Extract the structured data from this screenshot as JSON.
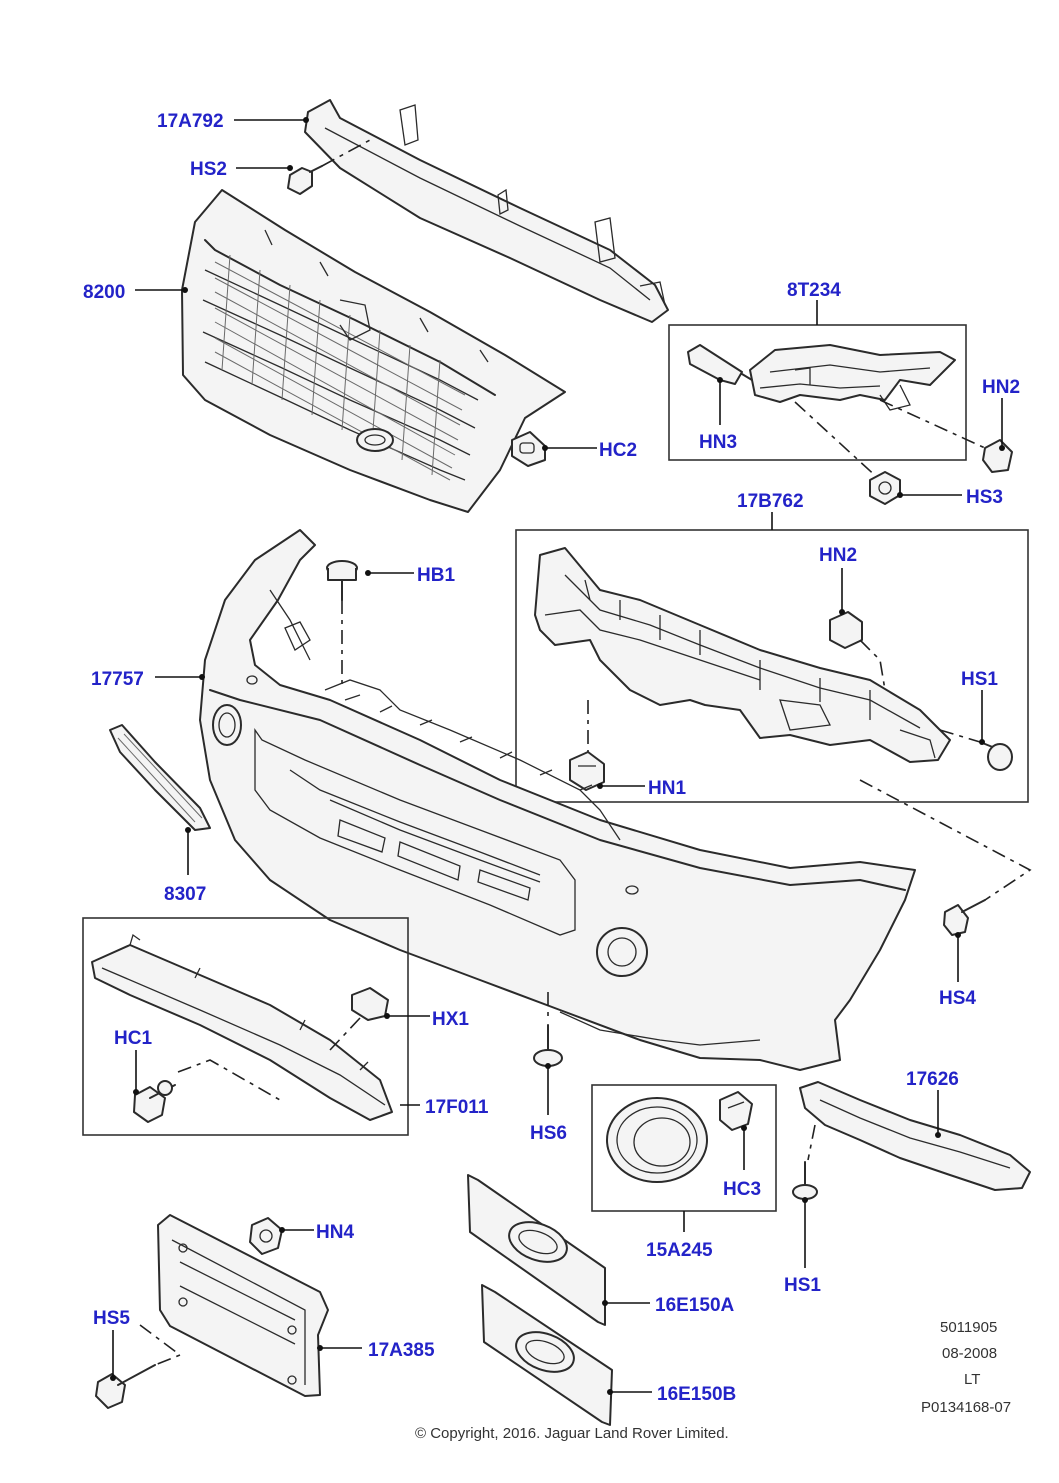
{
  "labels": {
    "l17A792": "17A792",
    "lHS2": "HS2",
    "l8200": "8200",
    "l8T234": "8T234",
    "lHN2a": "HN2",
    "lHN3": "HN3",
    "lHC2": "HC2",
    "lHS3": "HS3",
    "l17B762": "17B762",
    "lHB1": "HB1",
    "lHN2b": "HN2",
    "l17757": "17757",
    "lHS1a": "HS1",
    "lHN1": "HN1",
    "l8307": "8307",
    "lHS4": "HS4",
    "lHX1": "HX1",
    "lHC1": "HC1",
    "l17F011": "17F011",
    "lHS6": "HS6",
    "l17626": "17626",
    "lHC3": "HC3",
    "l15A245": "15A245",
    "lHS1b": "HS1",
    "lHN4": "HN4",
    "l16E150A": "16E150A",
    "lHS5": "HS5",
    "l17A385": "17A385",
    "l16E150B": "16E150B"
  },
  "meta": {
    "code": "5011905",
    "date": "08-2008",
    "region": "LT",
    "ref": "P0134168-07"
  },
  "copyright": "© Copyright, 2016. Jaguar Land Rover Limited."
}
